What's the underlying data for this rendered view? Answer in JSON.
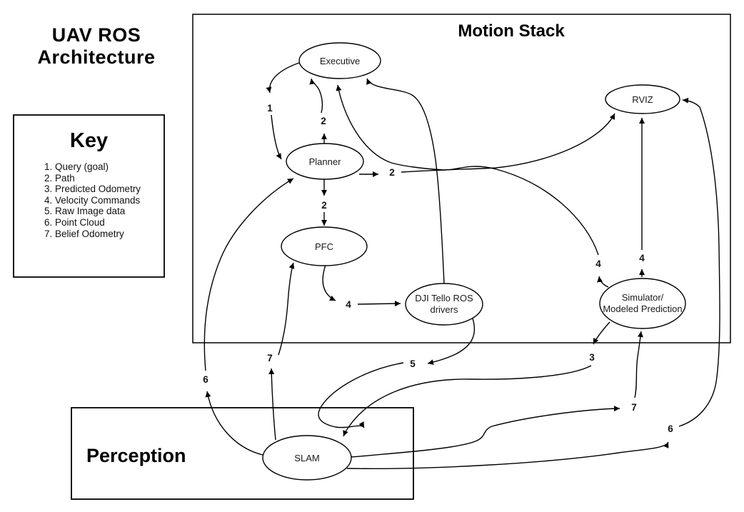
{
  "titles": {
    "main_line1": "UAV ROS",
    "main_line2": "Architecture",
    "motion_stack": "Motion Stack",
    "perception": "Perception"
  },
  "key": {
    "title": "Key",
    "items": [
      "1. Query (goal)",
      "2. Path",
      "3. Predicted Odometry",
      "4. Velocity Commands",
      "5. Raw Image data",
      "6. Point Cloud",
      "7. Belief Odometry"
    ]
  },
  "nodes": {
    "executive": {
      "label": "Executive"
    },
    "planner": {
      "label": "Planner"
    },
    "pfc": {
      "label": "PFC"
    },
    "dji": {
      "line1": "DJI Tello ROS",
      "line2": "drivers"
    },
    "rviz": {
      "label": "RVIZ"
    },
    "simulator": {
      "line1": "Simulator/",
      "line2": "Modeled Prediction"
    },
    "slam": {
      "label": "SLAM"
    }
  },
  "edge_labels": {
    "executive_to_planner": "1",
    "planner_to_executive": "2",
    "planner_to_pfc": "2",
    "planner_to_rviz": "2",
    "pfc_to_dji": "4",
    "simulator_to_executive": "4",
    "simulator_to_rviz": "4",
    "simulator_to_slam": "3",
    "dji_to_slam": "5",
    "slam_to_pfc": "7",
    "slam_to_simulator": "7",
    "slam_to_planner": "6",
    "slam_to_rviz": "6"
  },
  "colors": {
    "stroke": "#000000",
    "background": "#ffffff",
    "text": "#000000"
  }
}
